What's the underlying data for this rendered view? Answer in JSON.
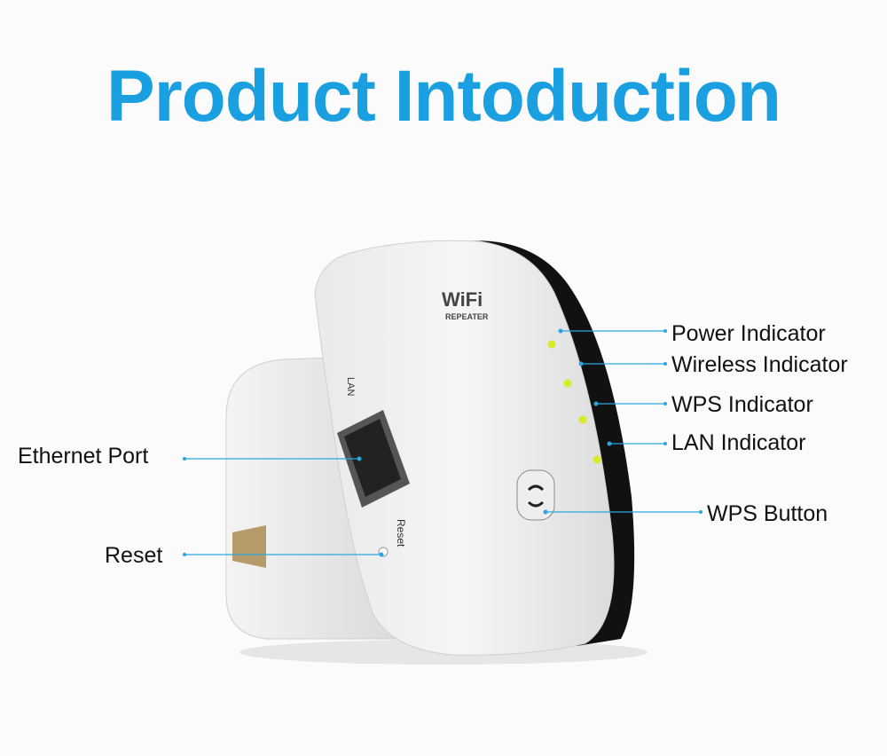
{
  "title": "Product Intoduction",
  "colors": {
    "title": "#1a9fe0",
    "leader_line": "#2aa6e0",
    "led": "#d8ea2a",
    "rim": "#111111"
  },
  "device": {
    "logo_line1": "WiFi",
    "logo_line2": "REPEATER",
    "port_label": "LAN",
    "reset_label": "Reset"
  },
  "callouts": {
    "power_indicator": "Power Indicator",
    "wireless_indicator": "Wireless Indicator",
    "wps_indicator": "WPS Indicator",
    "lan_indicator": "LAN Indicator",
    "wps_button": "WPS Button",
    "ethernet_port": "Ethernet Port",
    "reset": "Reset"
  }
}
